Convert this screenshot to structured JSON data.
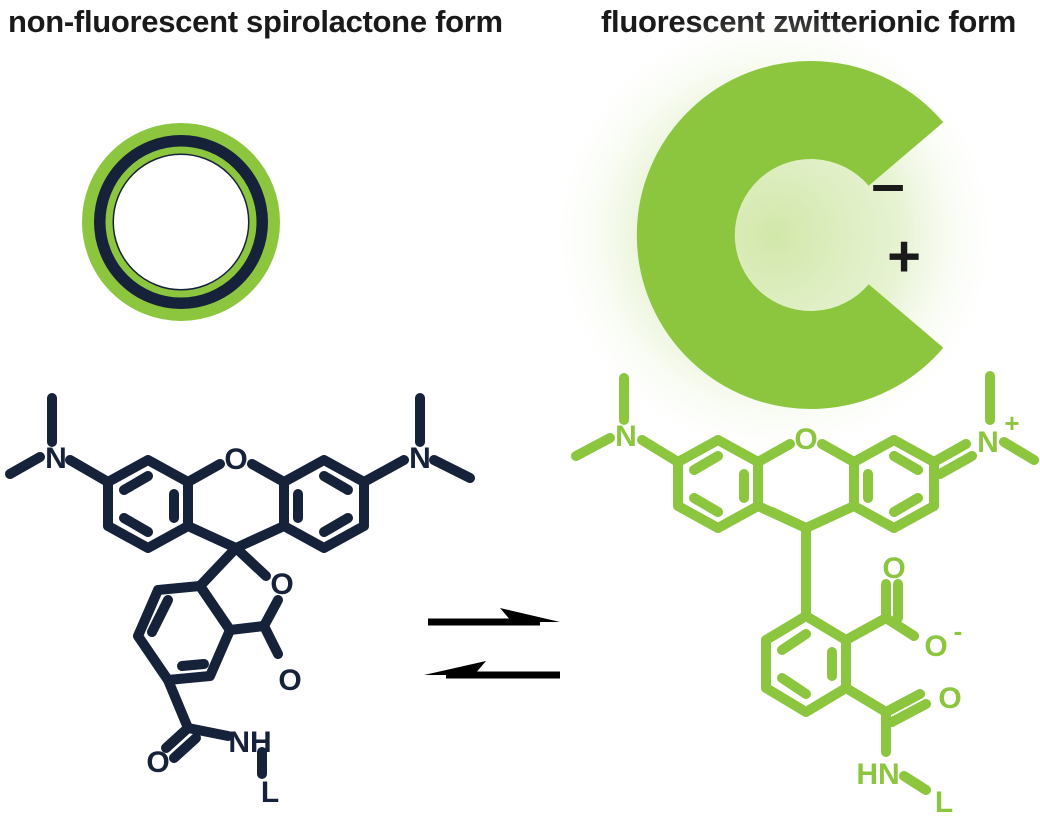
{
  "titles": {
    "left": "non-fluorescent spirolactone form",
    "right": "fluorescent zwitterionic form"
  },
  "colors": {
    "navy": "#16213a",
    "green": "#8cc63f",
    "arrow": "#000000"
  },
  "charges": {
    "minus": "–",
    "plus": "+",
    "ring_minus": "-",
    "ring_plus": "+"
  },
  "left_molecule": {
    "n1": "N",
    "n2": "N",
    "o_bridge": "O",
    "o_lactone": "O",
    "o_carbonyl": "O",
    "o_amide": "O",
    "nh": "NH",
    "l": "L"
  },
  "right_molecule": {
    "n1": "N",
    "n2": "N",
    "o_bridge": "O",
    "o_carboxylate_top": "O",
    "o_carboxylate_minus": "O",
    "o_amide": "O",
    "hn": "HN",
    "l": "L"
  }
}
